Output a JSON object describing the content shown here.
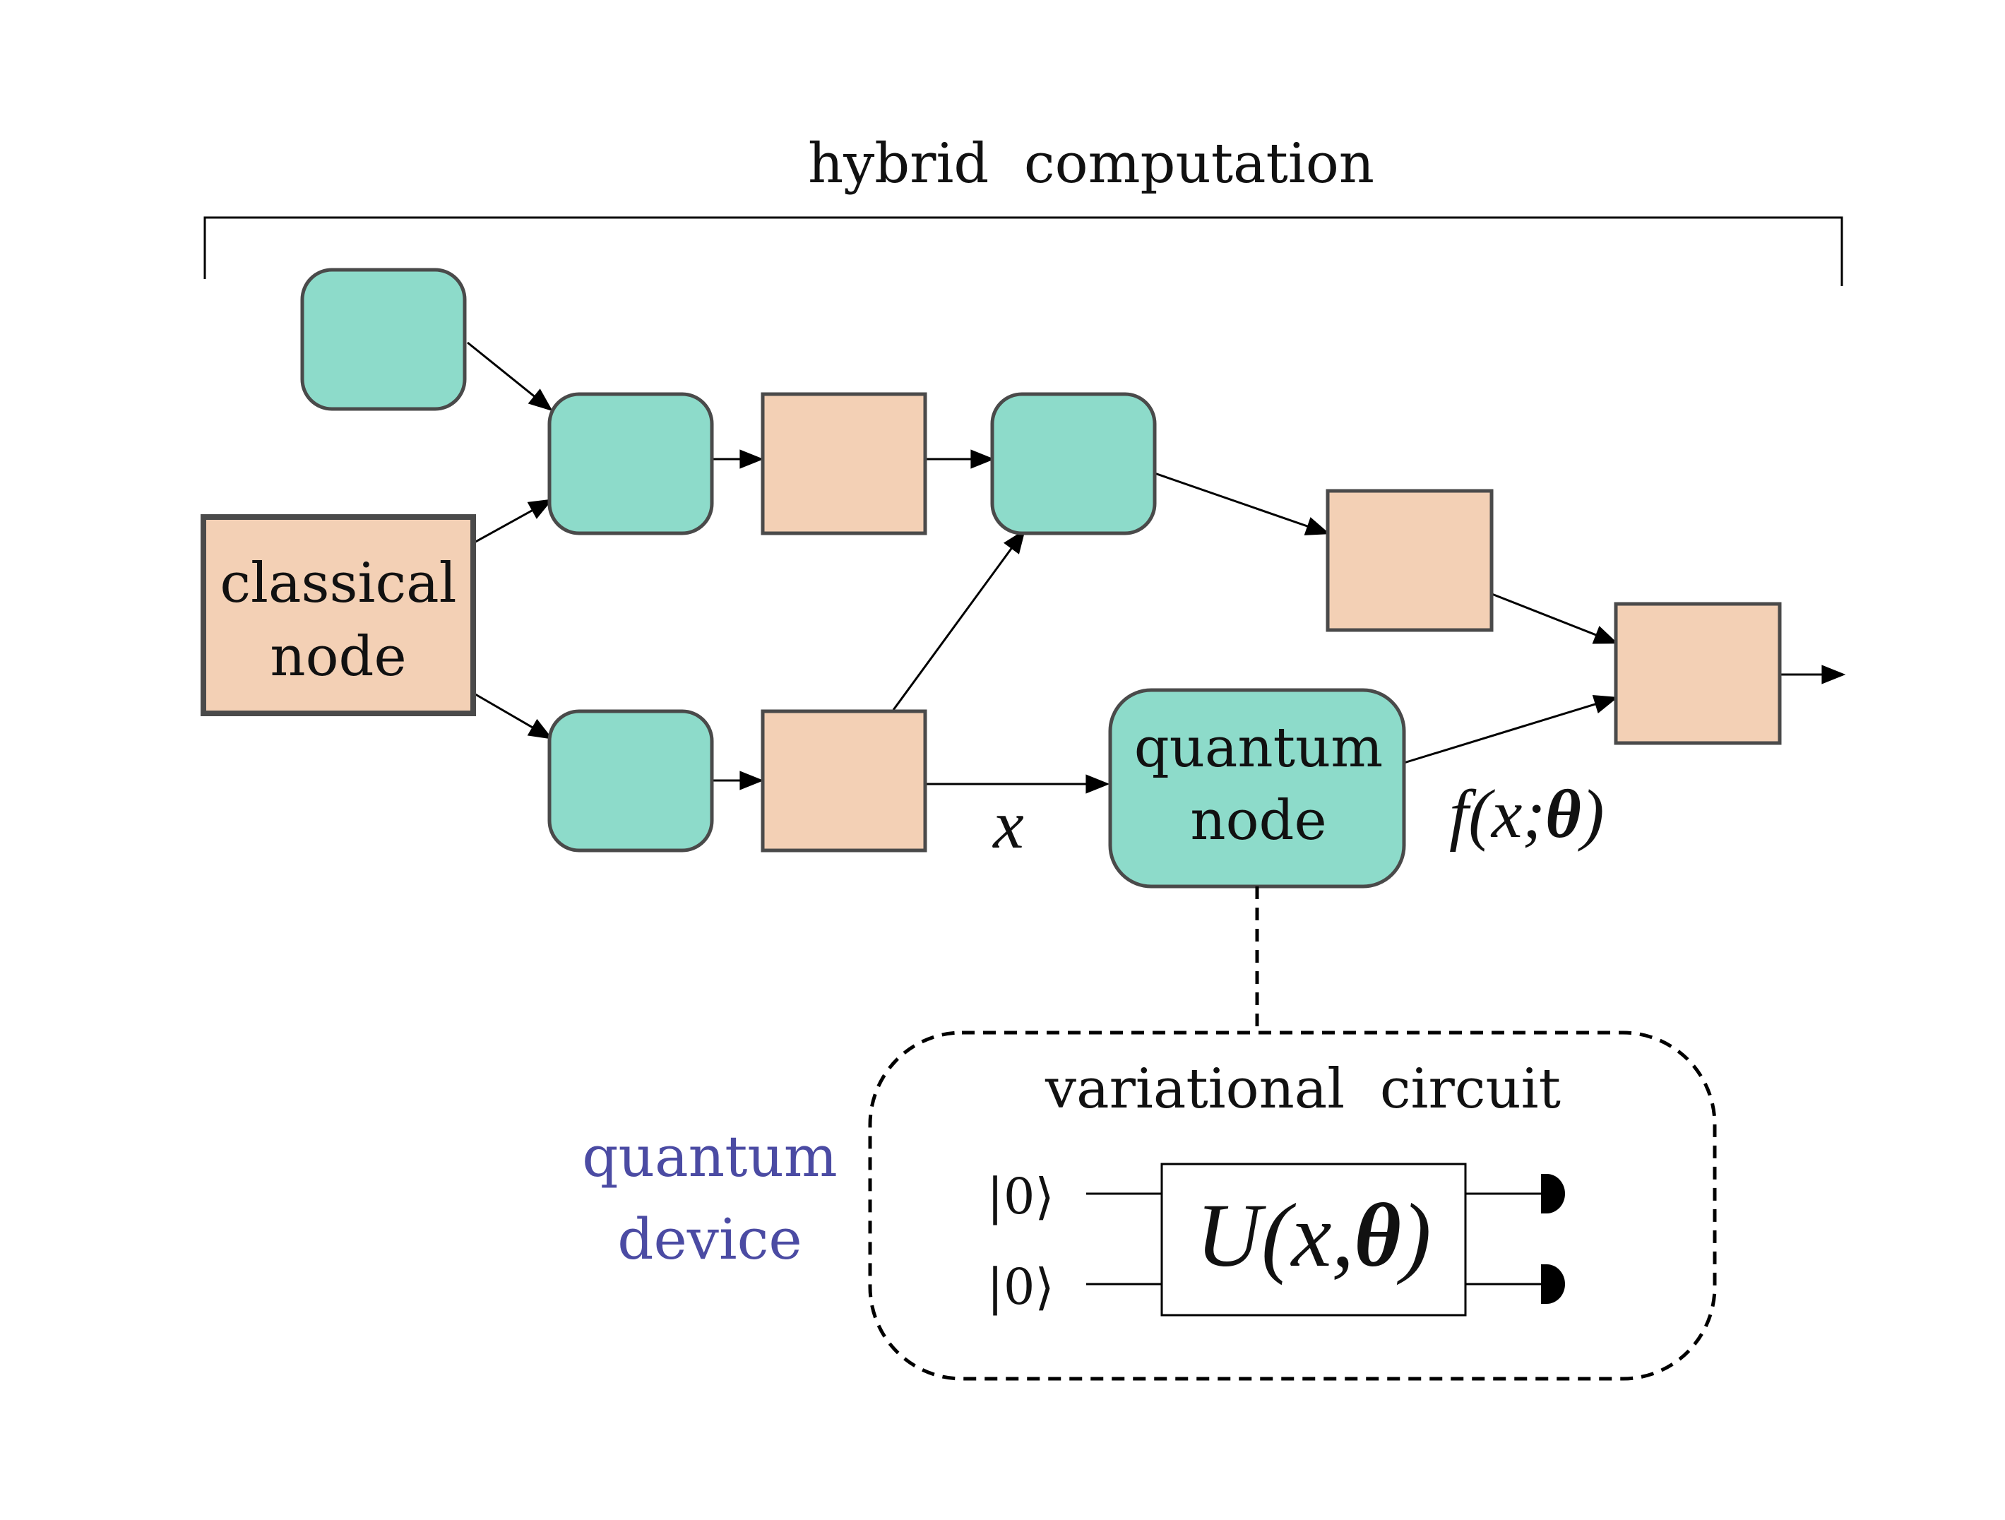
{
  "header": {
    "title": "hybrid  computation"
  },
  "nodes": {
    "classical_node": {
      "line1": "classical",
      "line2": "node"
    },
    "quantum_node": {
      "line1": "quantum",
      "line2": "node"
    }
  },
  "edge_labels": {
    "input": "x",
    "output_f": "f",
    "output_args": "(x;",
    "output_theta": "θ",
    "output_close": ")"
  },
  "device": {
    "label_line1": "quantum",
    "label_line2": "device",
    "label_color": "#4b4ba3",
    "panel_color": "#d5d5f0"
  },
  "circuit": {
    "title": "variational  circuit",
    "qubits": [
      "|0⟩",
      "|0⟩"
    ],
    "unitary": "U",
    "unitary_args": "(x,",
    "unitary_theta": "θ",
    "unitary_close": ")"
  },
  "colors": {
    "classical_fill": "#f3d0b5",
    "quantum_fill": "#8ddbca",
    "border": "#4a4a4a"
  }
}
